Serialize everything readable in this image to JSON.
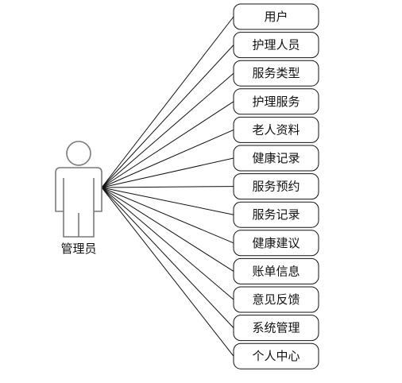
{
  "actor": {
    "label": "管理员",
    "icon": "person-icon"
  },
  "use_cases": [
    {
      "label": "用户"
    },
    {
      "label": "护理人员"
    },
    {
      "label": "服务类型"
    },
    {
      "label": "护理服务"
    },
    {
      "label": "老人资料"
    },
    {
      "label": "健康记录"
    },
    {
      "label": "服务预约"
    },
    {
      "label": "服务记录"
    },
    {
      "label": "健康建议"
    },
    {
      "label": "账单信息"
    },
    {
      "label": "意见反馈"
    },
    {
      "label": "系统管理"
    },
    {
      "label": "个人中心"
    }
  ],
  "colors": {
    "actor_stroke": "#7a7a7a",
    "line": "#111111",
    "box_border": "#111111"
  }
}
